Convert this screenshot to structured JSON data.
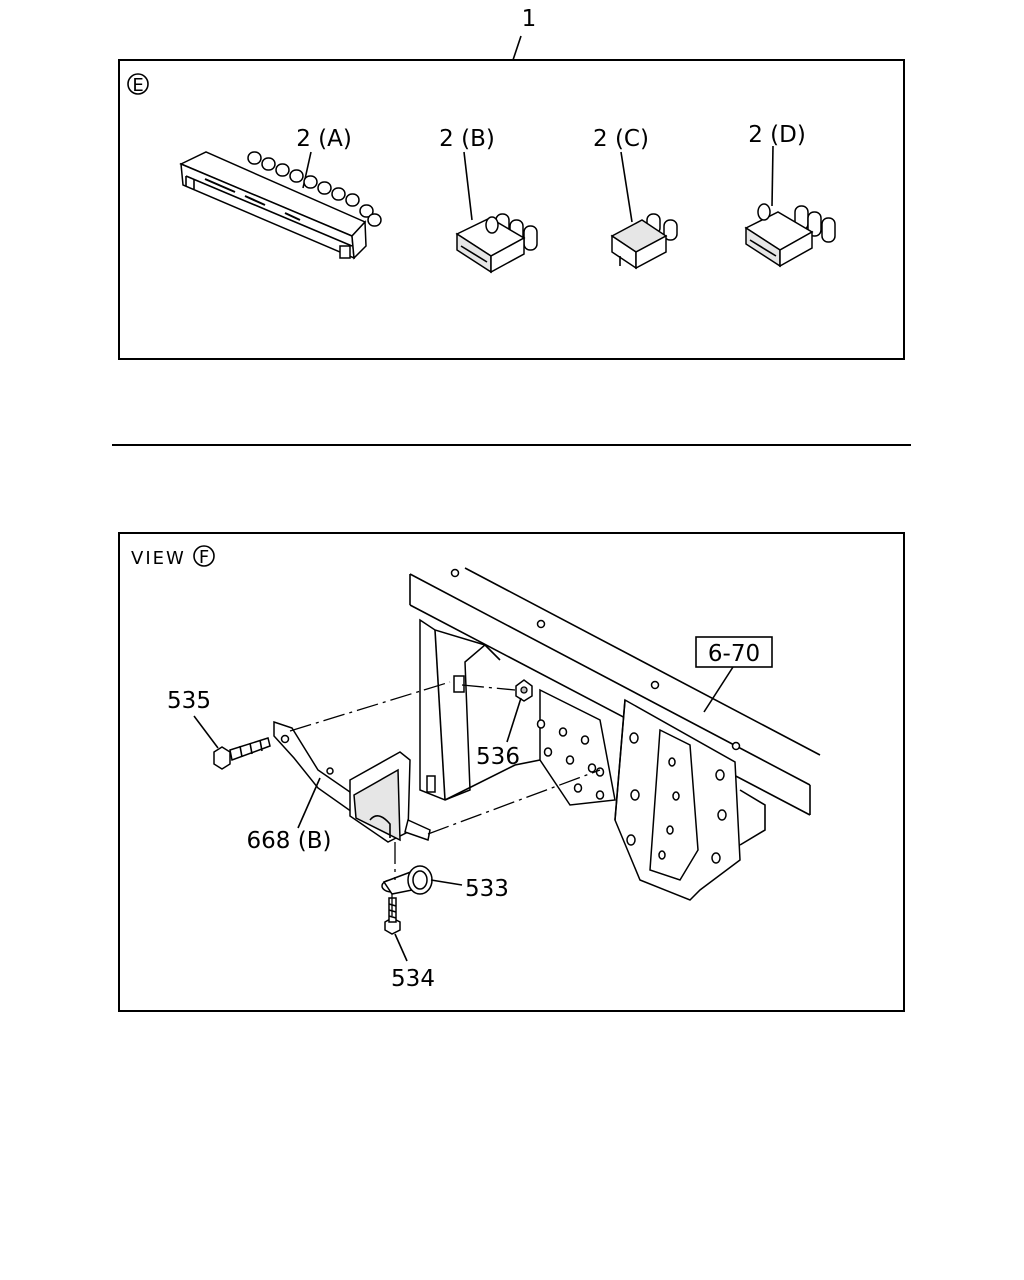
{
  "part_number_top": "1",
  "panel_e": {
    "circle_letter": "E",
    "labels": {
      "a": "2 (A)",
      "b": "2 (B)",
      "c": "2 (C)",
      "d": "2 (D)"
    }
  },
  "panel_f": {
    "view_text": "VIEW",
    "circle_letter": "F",
    "ref_box": "6-70",
    "labels": {
      "bolt_535": "535",
      "nut_536": "536",
      "bracket_668b": "668 (B)",
      "clip_533": "533",
      "bolt_534": "534"
    }
  }
}
